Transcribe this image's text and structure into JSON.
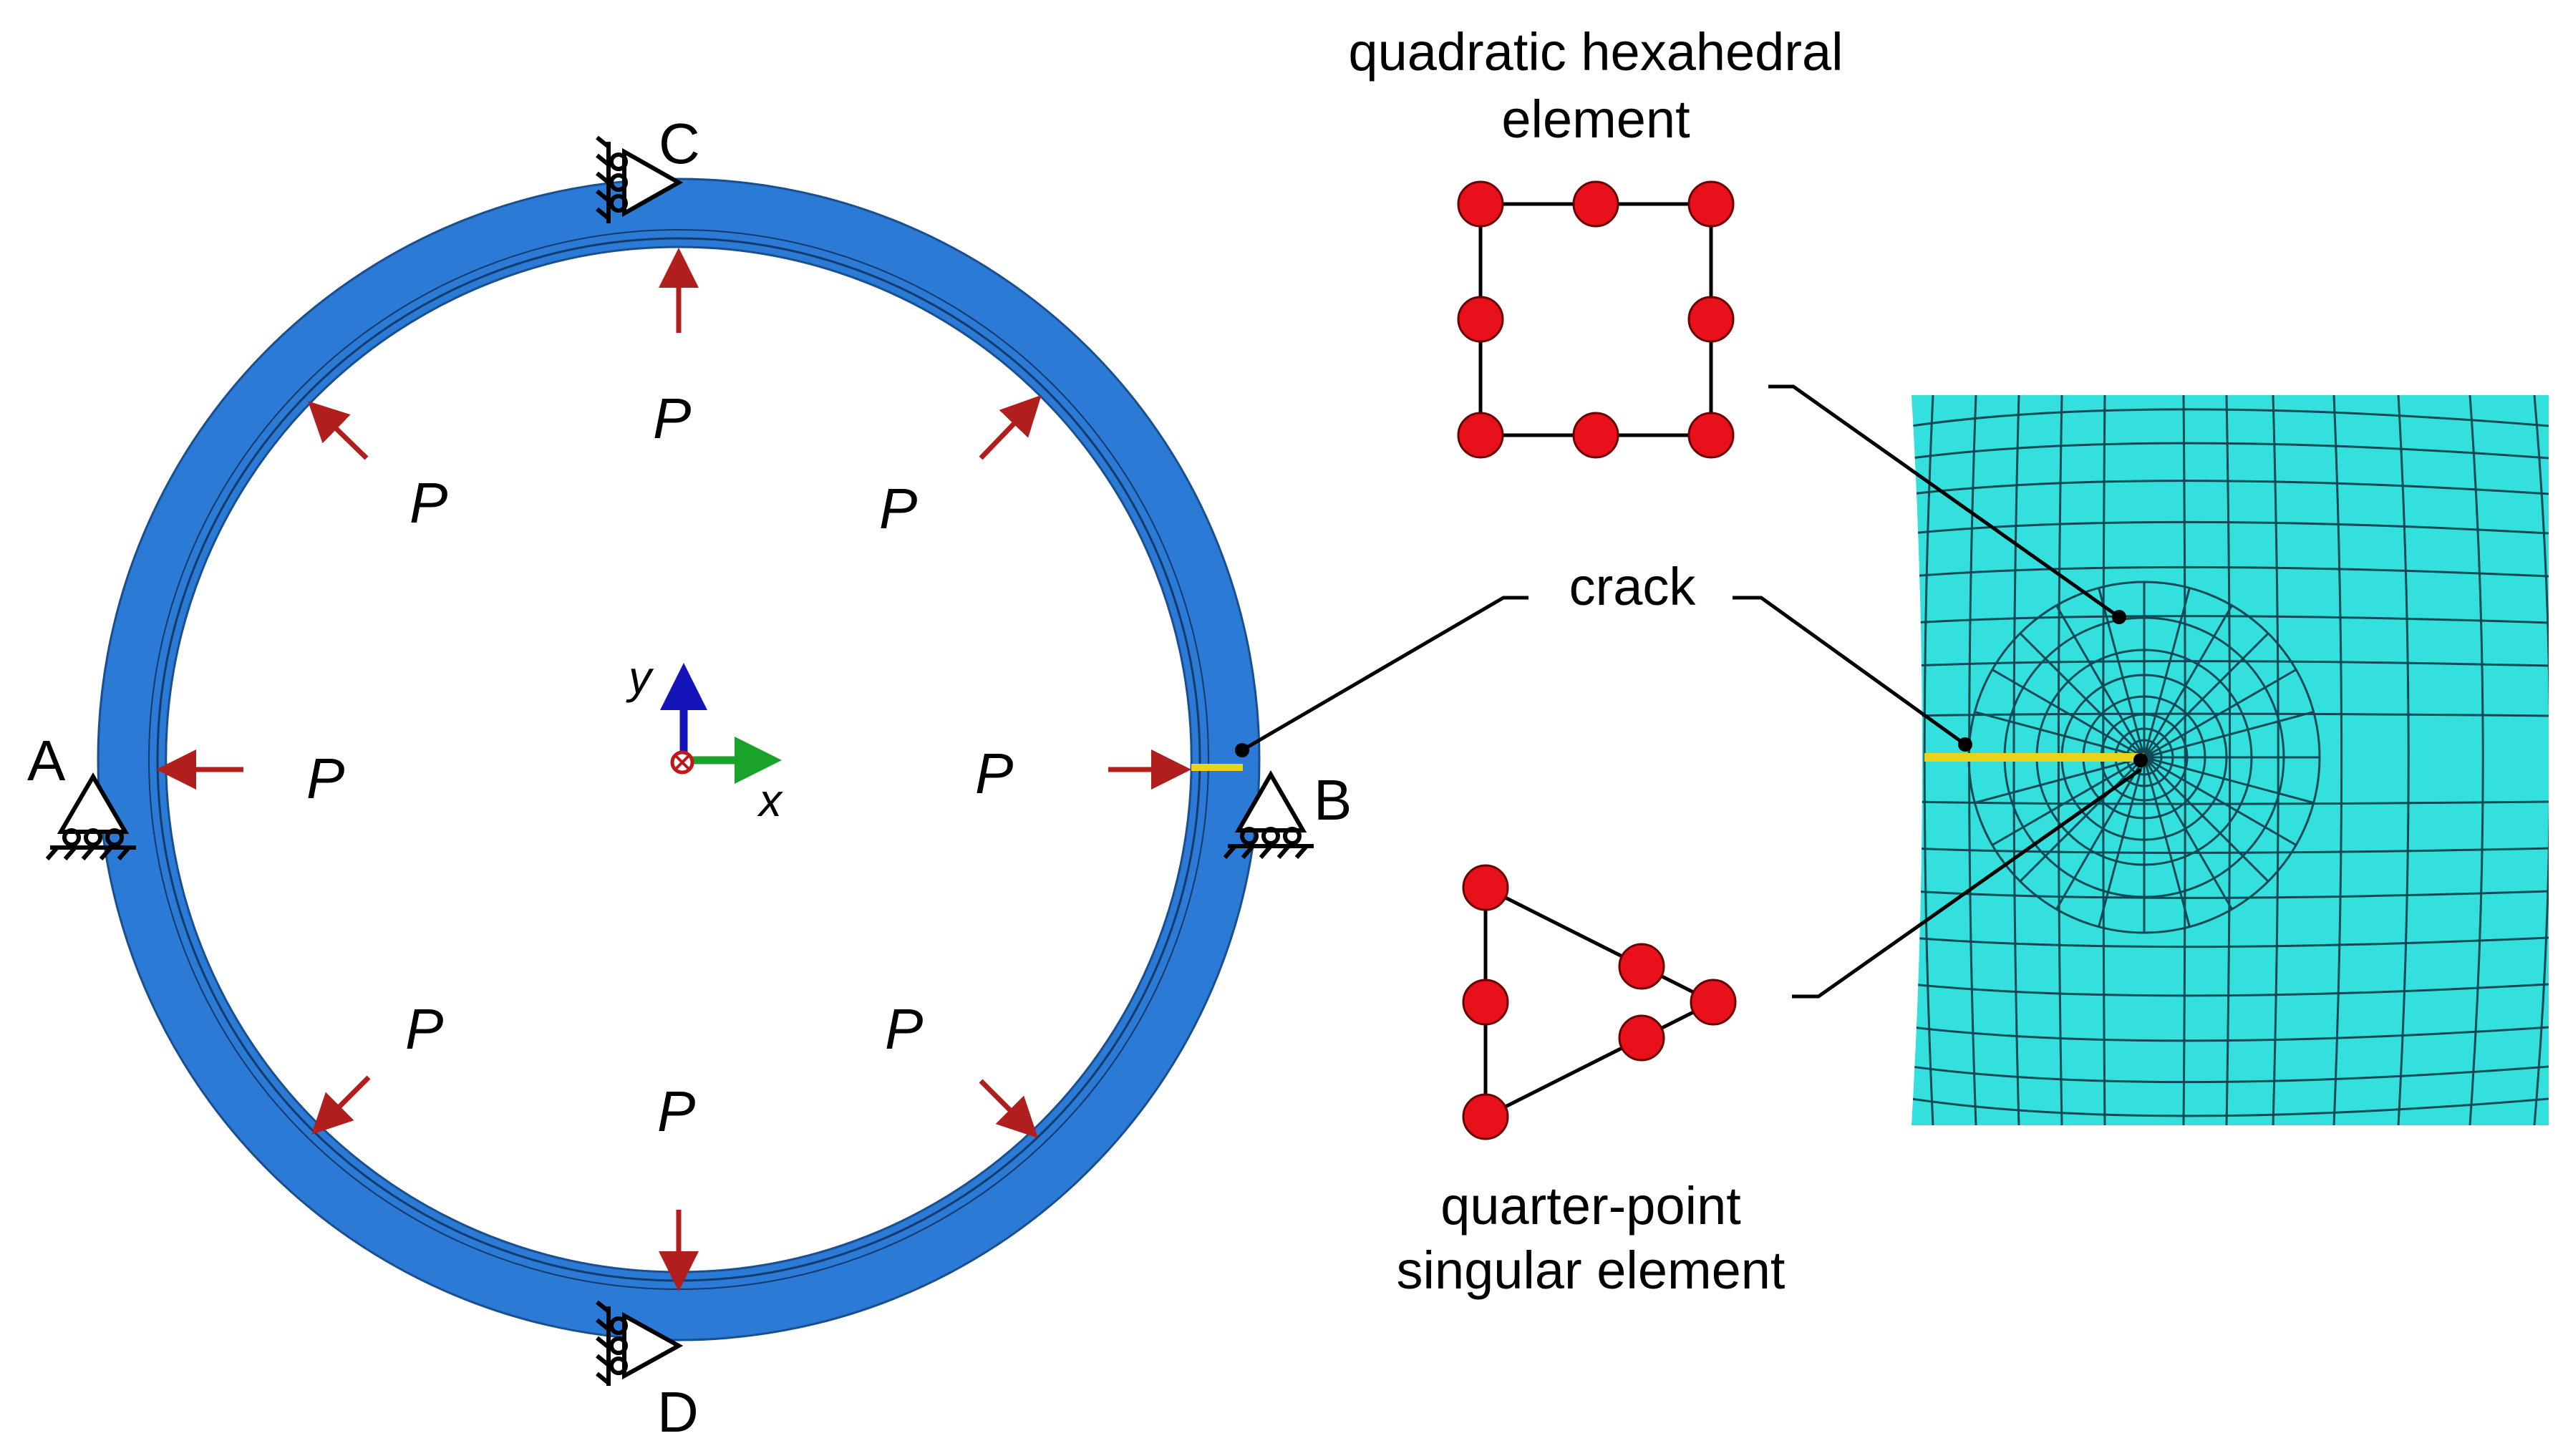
{
  "labels": {
    "support_a": "A",
    "support_b": "B",
    "support_c": "C",
    "support_d": "D",
    "axis_x": "x",
    "axis_y": "y",
    "pressure": "P",
    "crack": "crack",
    "hex_element_line1": "quadratic hexahedral",
    "hex_element_line2": "element",
    "singular_element_line1": "quarter-point",
    "singular_element_line2": "singular element"
  },
  "colors": {
    "ring": "#2a7ad6",
    "ring_edge": "#1a4f8f",
    "pressure_arrow": "#b01e1e",
    "node": "#e8101a",
    "crack": "#e8d21c",
    "mesh_fill": "#33e0dd",
    "mesh_line": "#0e4a56",
    "axis_x": "#1aa32a",
    "axis_y": "#1414b8",
    "axis_z": "#c01818"
  },
  "icons": [
    "pin-support-icon",
    "roller-support-icon",
    "axis-triad-icon",
    "node-dot-icon"
  ]
}
